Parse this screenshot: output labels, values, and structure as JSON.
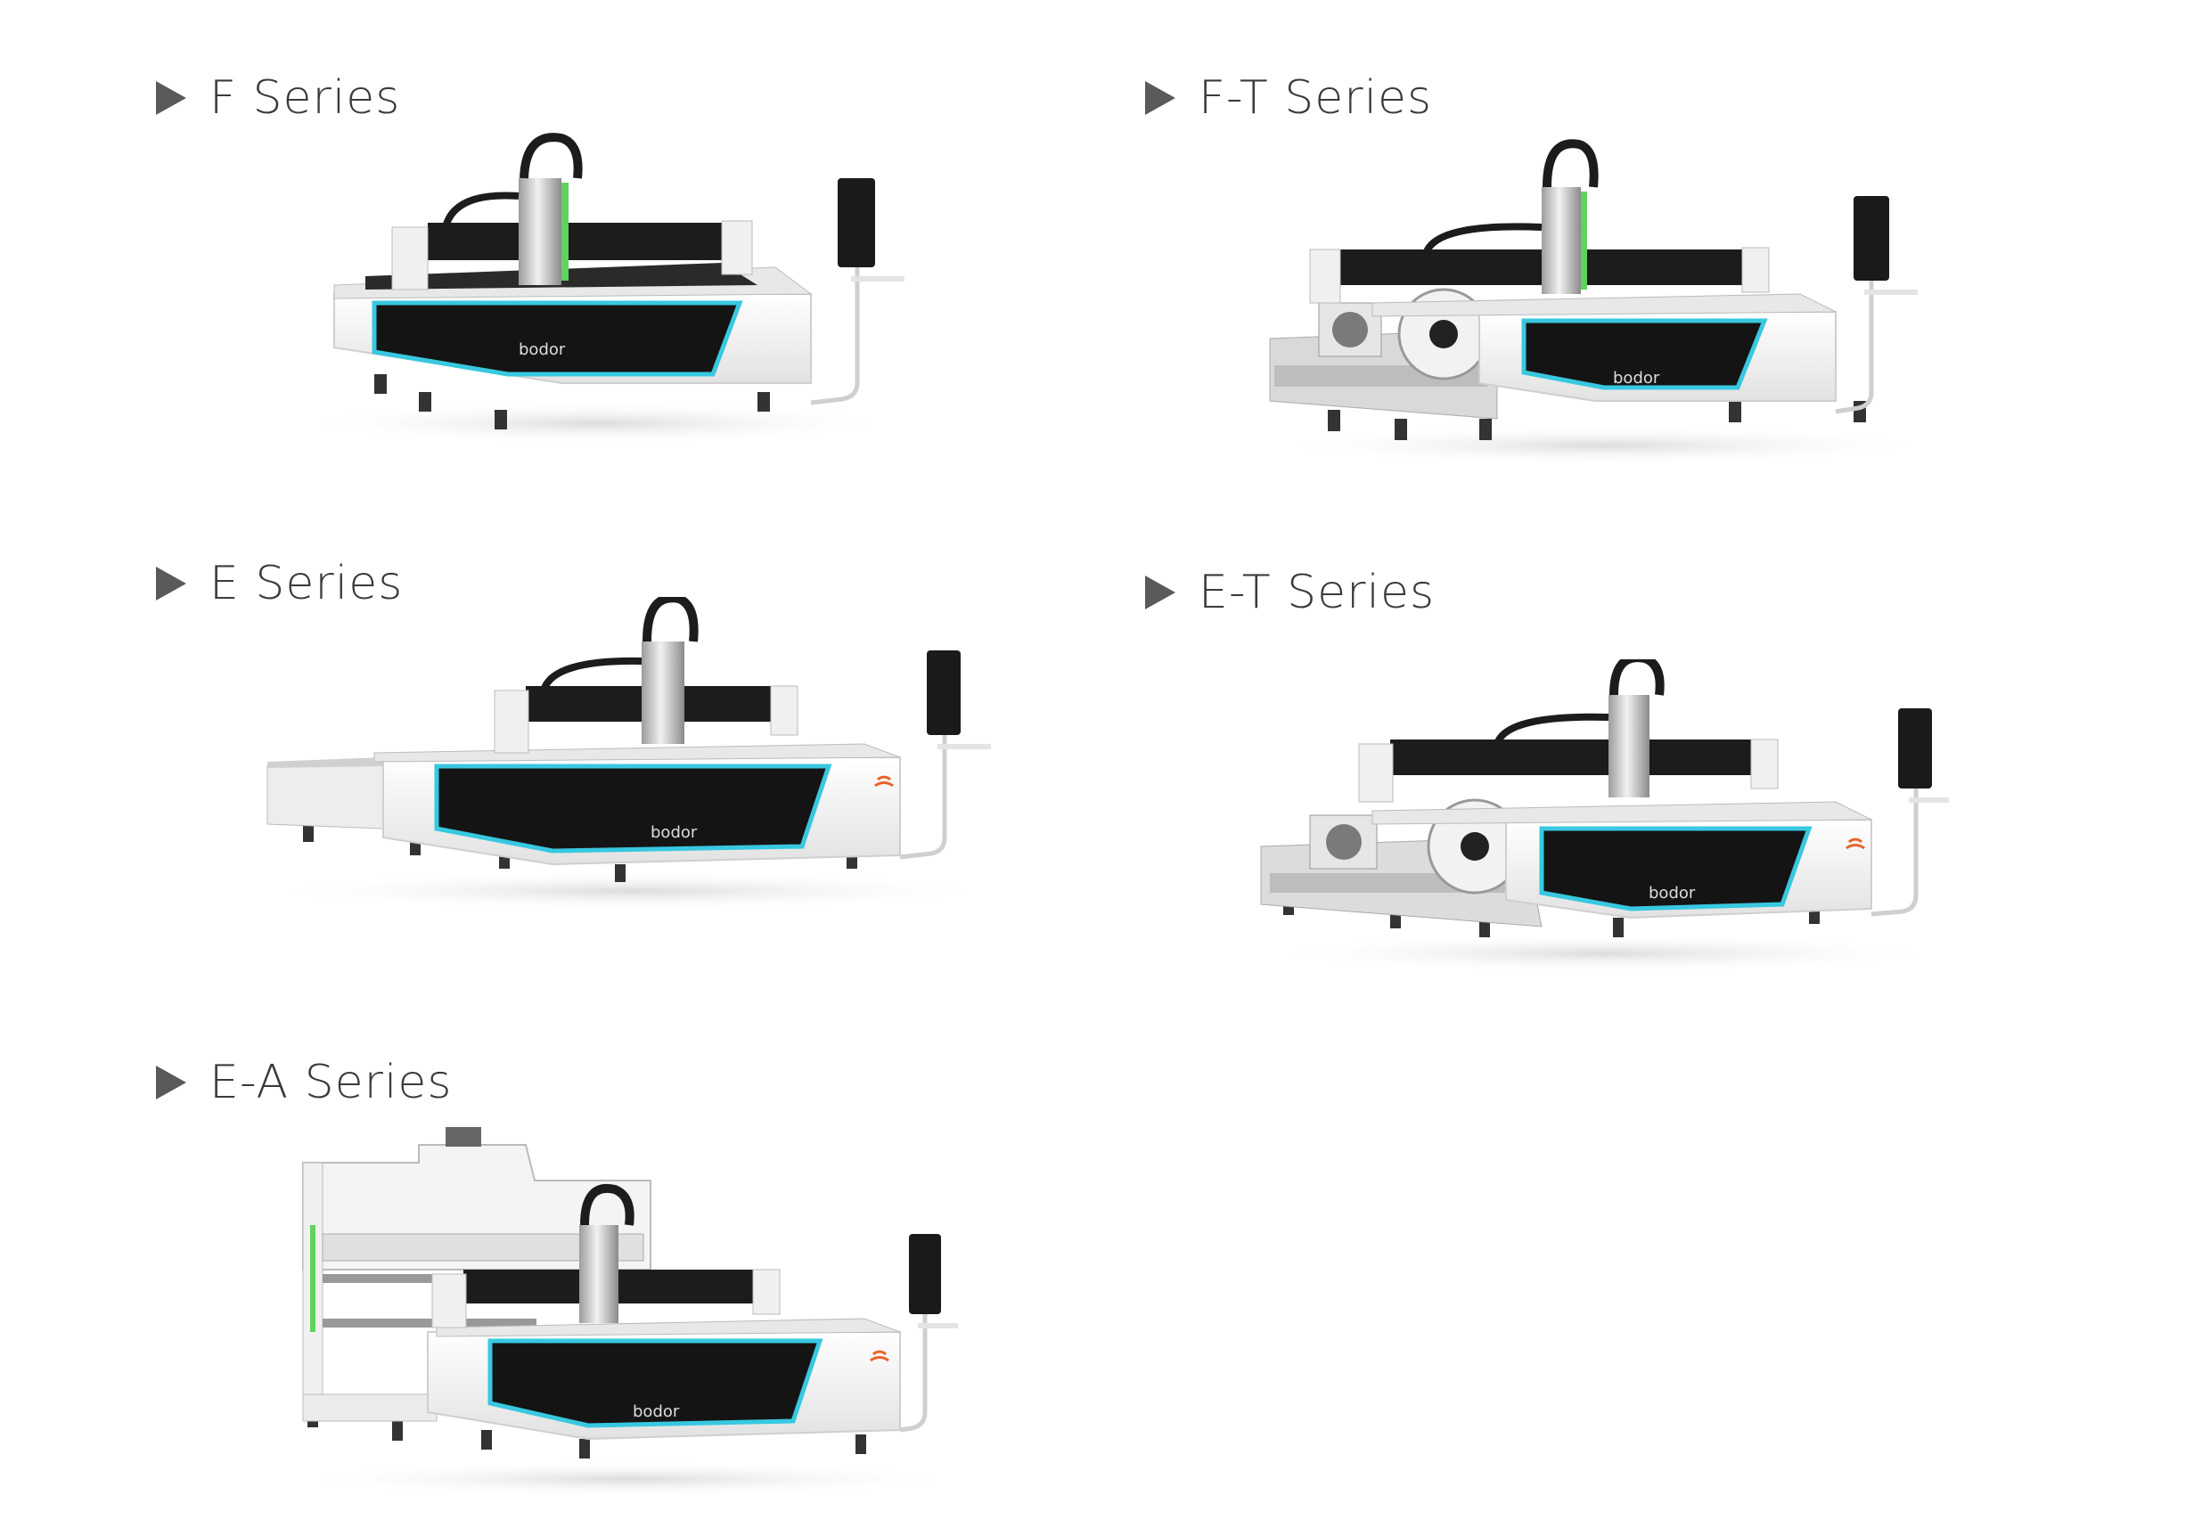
{
  "series": [
    {
      "id": "f",
      "title": "F Series",
      "logo": "bodor"
    },
    {
      "id": "ft",
      "title": "F-T Series",
      "logo": "bodor"
    },
    {
      "id": "e",
      "title": "E Series",
      "logo": "bodor"
    },
    {
      "id": "et",
      "title": "E-T Series",
      "logo": "bodor"
    },
    {
      "id": "ea",
      "title": "E-A Series",
      "logo": "bodor"
    }
  ],
  "colors": {
    "accent_cyan": "#38c8e0",
    "accent_green": "#5fd35f",
    "accent_orange": "#e8622a",
    "panel_black": "#141414",
    "body_white": "#f4f4f4",
    "shadow_grey": "#cfcfcf",
    "triangle": "#5a5a5a",
    "title_text": "#3a3a3a"
  }
}
